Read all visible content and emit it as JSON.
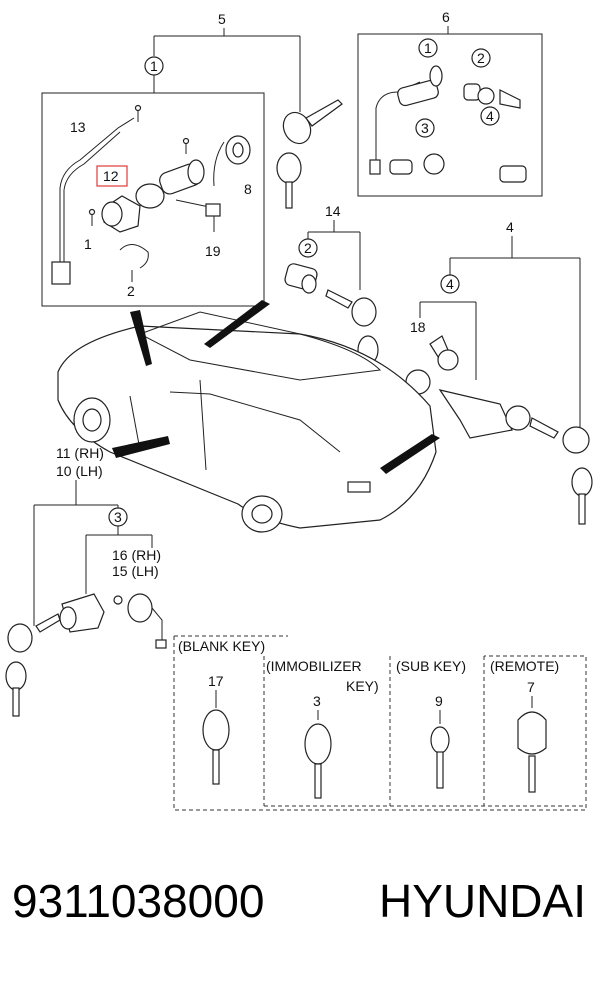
{
  "labels": {
    "n5": "5",
    "n6": "6",
    "n1_main": "1",
    "n1_set": "1",
    "n13": "13",
    "n12": "12",
    "n8": "8",
    "n19": "19",
    "n1_small": "1",
    "n2_ring": "2",
    "n2_set6": "2",
    "n3_set6": "3",
    "n4_set6": "4",
    "n14": "14",
    "n2_trunk": "2",
    "n4_right": "4",
    "n4_sub": "4",
    "n18": "18",
    "n11": "11 (RH)",
    "n10": "10 (LH)",
    "n3_door": "3",
    "n16": "16 (RH)",
    "n15": "15 (LH)",
    "n17": "17",
    "n3_key": "3",
    "n9": "9",
    "n7": "7"
  },
  "keys_box": {
    "blank": "(BLANK KEY)",
    "immobilizer_1": "(IMMOBILIZER",
    "immobilizer_2": "KEY)",
    "sub": "(SUB KEY)",
    "remote": "(REMOTE)"
  },
  "footer": {
    "part_number": "9311038000",
    "brand": "HYUNDAI"
  },
  "colors": {
    "highlight": "#e03a3a",
    "line": "#222222"
  }
}
